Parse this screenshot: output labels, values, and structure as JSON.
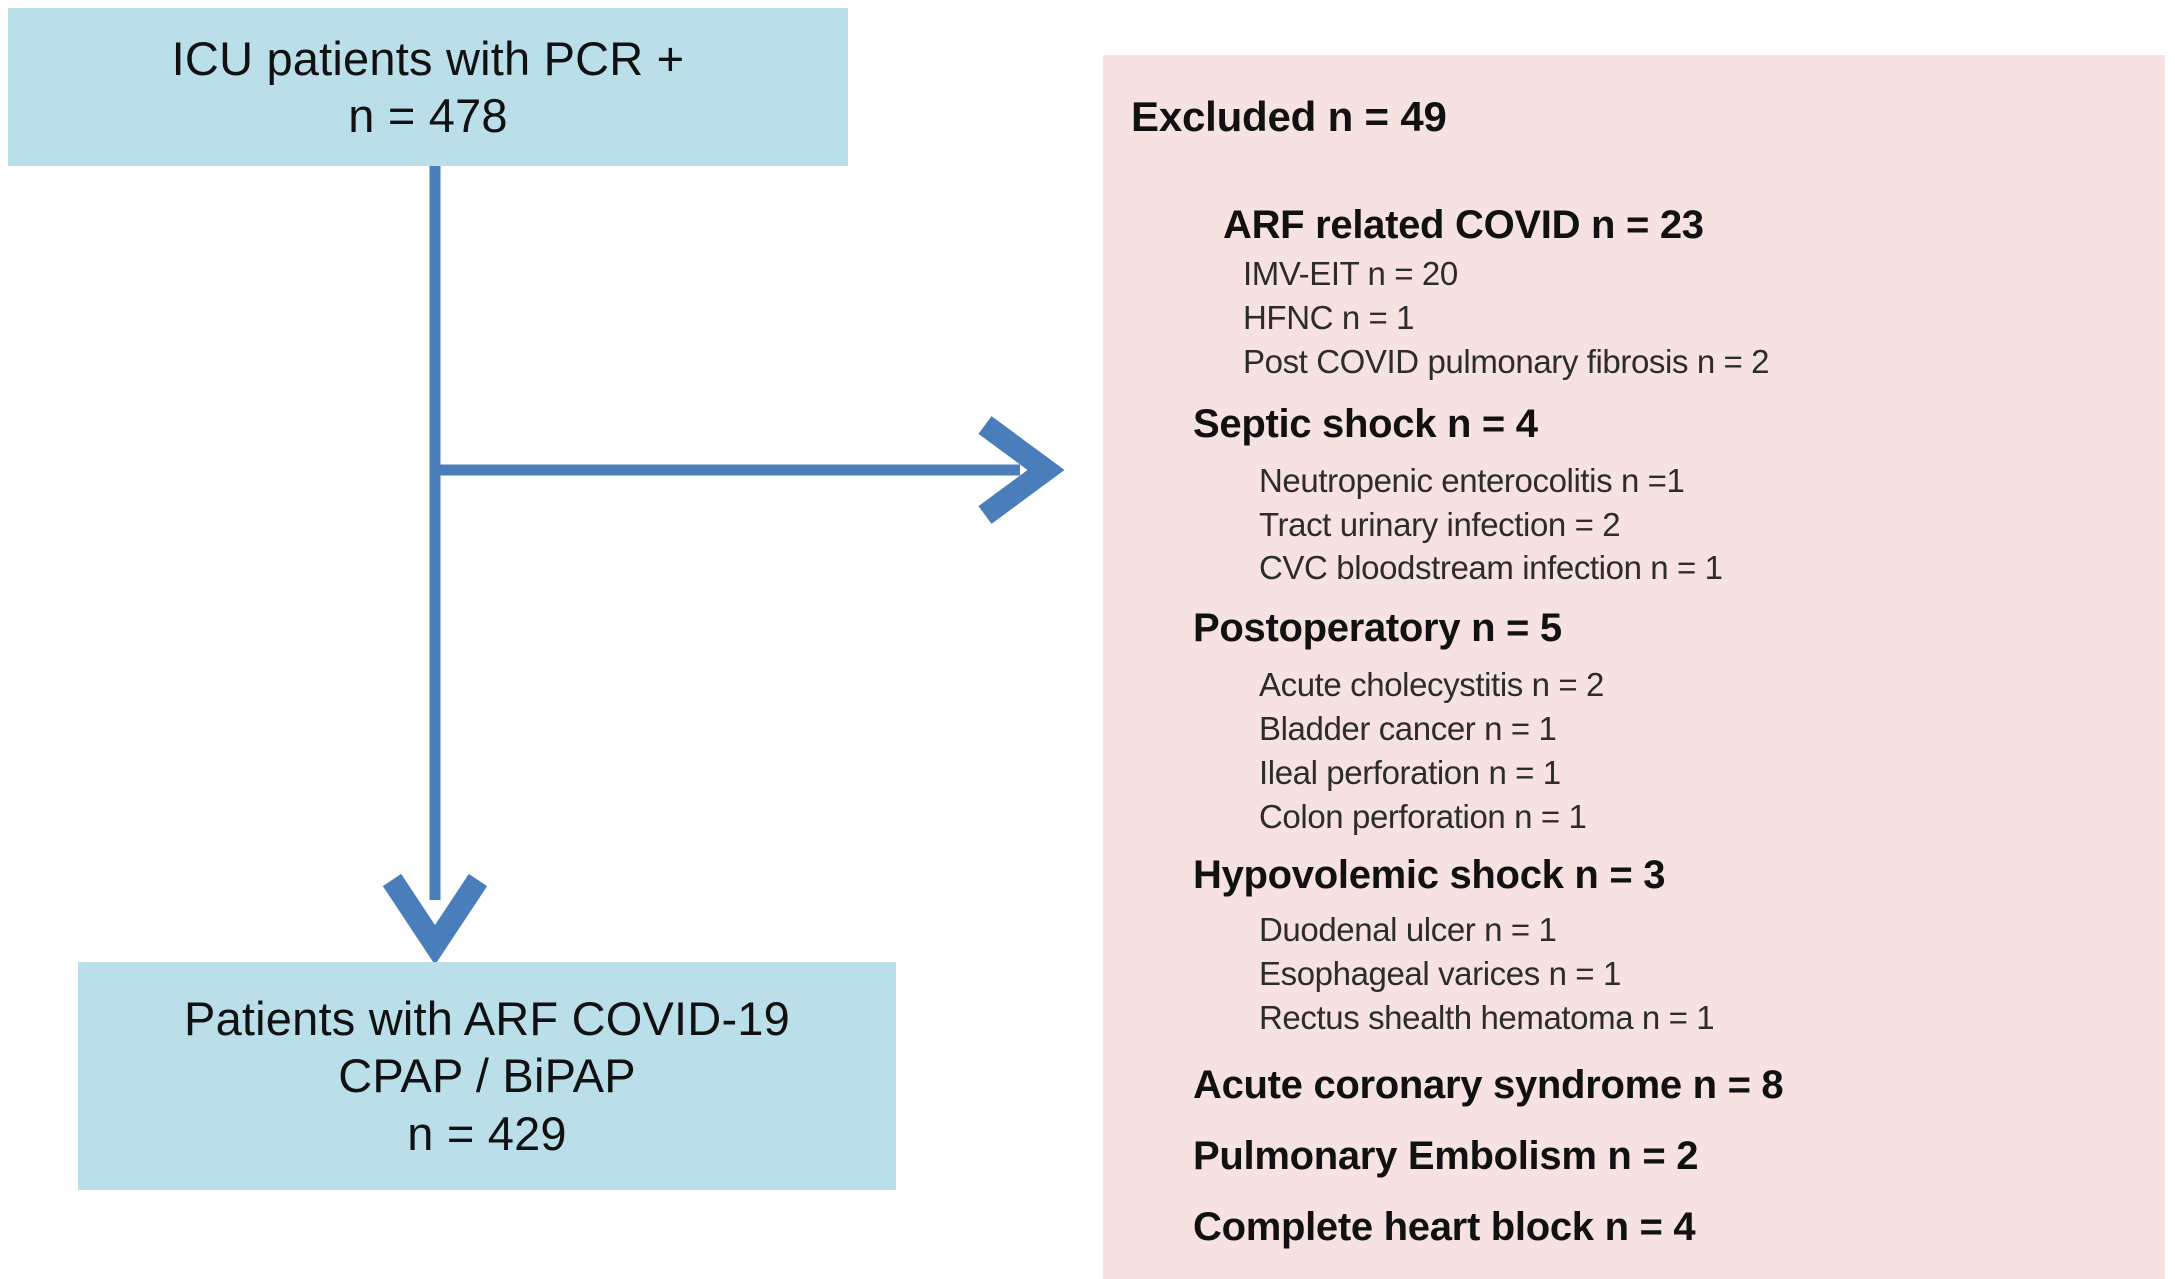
{
  "colors": {
    "box_fill": "#bbdfe8",
    "panel_fill": "#f6e2e1",
    "arrow": "#4a7ebb",
    "text": "#111111"
  },
  "flow": {
    "top_box": {
      "line1": "ICU patients with PCR +",
      "line2": "n = 478"
    },
    "bottom_box": {
      "line1": "Patients with ARF COVID-19",
      "line2": "CPAP / BiPAP",
      "line3": "n = 429"
    }
  },
  "excluded_panel": {
    "title": "Excluded n = 49",
    "groups": [
      {
        "header": "ARF related COVID n = 23",
        "items": [
          "IMV-EIT n = 20",
          "HFNC n = 1",
          "Post COVID pulmonary fibrosis  n = 2"
        ]
      },
      {
        "header": "Septic shock  n = 4",
        "items": [
          "Neutropenic enterocolitis n =1",
          "Tract   urinary infection = 2",
          "CVC bloodstream infection n = 1"
        ]
      },
      {
        "header": "Postoperatory n = 5",
        "items": [
          "Acute cholecystitis n = 2",
          "Bladder cancer n = 1",
          "Ileal perforation  n = 1",
          "Colon perforation n = 1"
        ]
      },
      {
        "header": "Hypovolemic shock  n = 3",
        "items": [
          "Duodenal ulcer n = 1",
          "Esophageal varices n = 1",
          "Rectus shealth hematoma n = 1"
        ]
      },
      {
        "header": "Acute coronary syndrome  n = 8",
        "items": []
      },
      {
        "header": "Pulmonary Embolism n = 2",
        "items": []
      },
      {
        "header": "Complete heart block n = 4",
        "items": []
      }
    ]
  }
}
